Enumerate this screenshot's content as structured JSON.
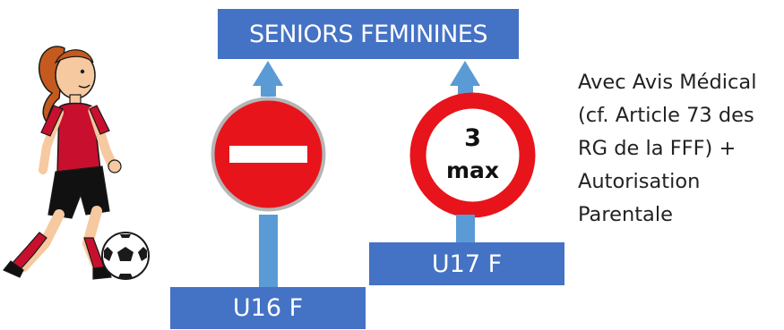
{
  "top_box": {
    "label": "SENIORS FEMININES"
  },
  "left_box": {
    "label": "U16 F"
  },
  "right_box": {
    "label": "U17 F"
  },
  "no_entry_sign": {
    "icon": "no-entry-icon",
    "color": "#e8141b"
  },
  "limit_sign": {
    "line1": "3",
    "line2": "max",
    "icon": "limit-sign-icon",
    "color": "#e8141b"
  },
  "side_note": {
    "lines": [
      "Avec Avis Médical",
      "(cf. Article 73 des",
      "RG de la FFF) +",
      "Autorisation",
      "Parentale"
    ]
  },
  "illustration": {
    "icon": "soccer-player-icon"
  },
  "colors": {
    "box": "#4472c4",
    "arrow": "#5b9bd5",
    "sign_red": "#e8141b"
  }
}
